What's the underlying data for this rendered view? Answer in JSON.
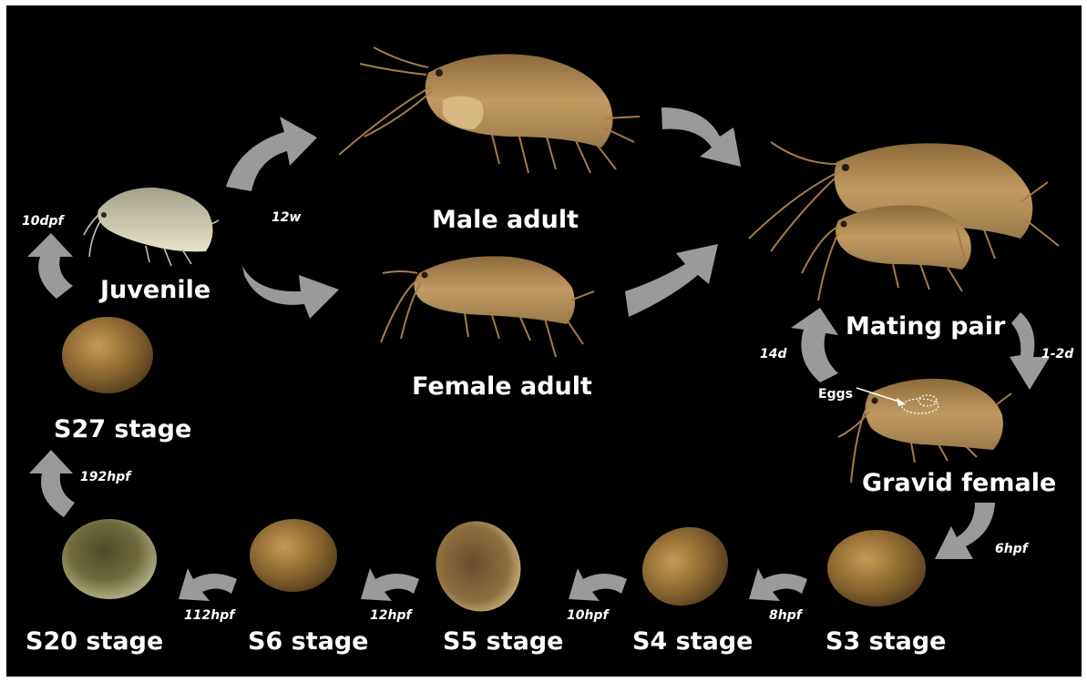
{
  "stages": {
    "male_adult": "Male adult",
    "female_adult": "Female adult",
    "mating_pair": "Mating pair",
    "gravid_female": "Gravid female",
    "juvenile": "Juvenile",
    "s27": "S27 stage",
    "s20": "S20 stage",
    "s6": "S6 stage",
    "s5": "S5 stage",
    "s4": "S4 stage",
    "s3": "S3 stage"
  },
  "times": {
    "juv_to_adult": "12w",
    "s27_to_juv": "10dpf",
    "pair_return": "14d",
    "pair_to_gravid": "1-2d",
    "gravid_to_s3": "6hpf",
    "s3_to_s4": "8hpf",
    "s4_to_s5": "10hpf",
    "s5_to_s6": "12hpf",
    "s6_to_s20": "112hpf",
    "s20_to_s27": "192hpf"
  },
  "annotation": {
    "eggs": "Eggs"
  },
  "colors": {
    "background": "#000000",
    "arrow": "#9a9a9a",
    "label": "#ffffff",
    "embryo": "#a07a3a",
    "amphipod": "#b08a55"
  }
}
